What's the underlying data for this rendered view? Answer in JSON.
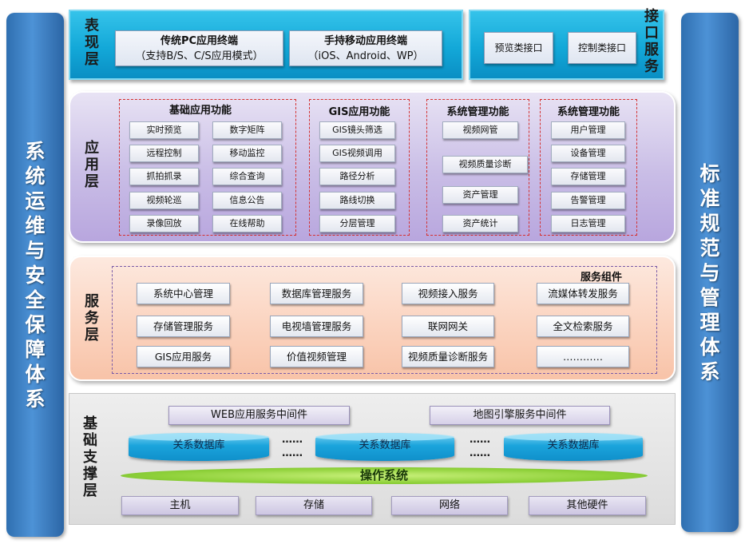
{
  "left_pillar": {
    "text": "系统运维与安全保障体系"
  },
  "right_pillar": {
    "text": "标准规范与管理体系"
  },
  "presentation": {
    "label": "表现层",
    "pc": {
      "title": "传统PC应用终端",
      "sub": "（支持B/S、C/S应用模式）"
    },
    "mobile": {
      "title": "手持移动应用终端",
      "sub": "（iOS、Android、WP）"
    }
  },
  "interface": {
    "label": "接口服务",
    "items": [
      "预览类接口",
      "控制类接口"
    ]
  },
  "app": {
    "label": "应用层",
    "groups": [
      {
        "title": "基础应用功能",
        "items": [
          "实时预览",
          "数字矩阵",
          "远程控制",
          "移动监控",
          "抓拍抓录",
          "综合查询",
          "视频轮巡",
          "信息公告",
          "录像回放",
          "在线帮助"
        ]
      },
      {
        "title": "GIS应用功能",
        "items": [
          "GIS镜头筛选",
          "GIS视频调用",
          "路径分析",
          "路线切换",
          "分层管理"
        ]
      },
      {
        "title": "系统管理功能",
        "items": [
          "视频网管",
          "视频质量诊断",
          "资产管理",
          "资产统计"
        ]
      },
      {
        "title": "系统管理功能",
        "items": [
          "用户管理",
          "设备管理",
          "存储管理",
          "告警管理",
          "日志管理"
        ]
      }
    ]
  },
  "service": {
    "label": "服务层",
    "title": "服务组件",
    "items": [
      "系统中心管理",
      "数据库管理服务",
      "视频接入服务",
      "流媒体转发服务",
      "存储管理服务",
      "电视墙管理服务",
      "联网网关",
      "全文检索服务",
      "GIS应用服务",
      "价值视频管理",
      "视频质量诊断服务",
      "…………"
    ]
  },
  "base": {
    "label": "基础支撑层",
    "middleware": [
      "WEB应用服务中间件",
      "地图引擎服务中间件"
    ],
    "databases": [
      "关系数据库",
      "关系数据库",
      "关系数据库"
    ],
    "dots": "……",
    "os": "操作系统",
    "hardware": [
      "主机",
      "存储",
      "网络",
      "其他硬件"
    ]
  }
}
